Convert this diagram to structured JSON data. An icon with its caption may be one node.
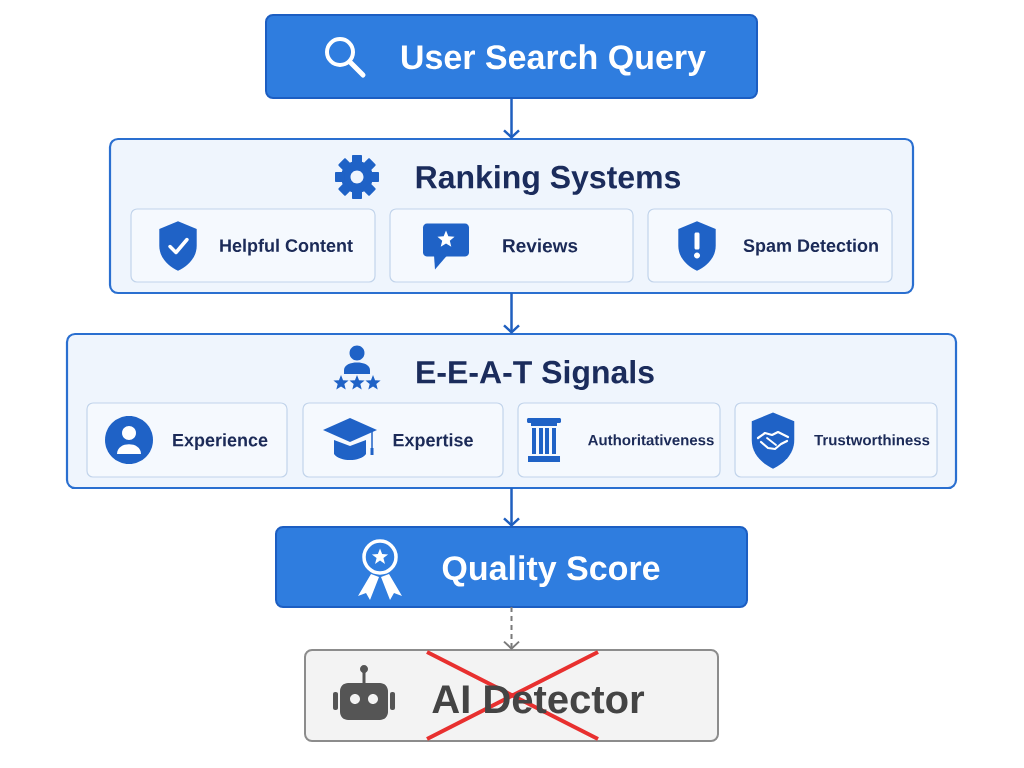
{
  "diagram": {
    "nodes": [
      {
        "text": [
          "User Search Query"
        ]
      },
      {
        "text": [
          "Ranking Systems"
        ]
      },
      {
        "text": [
          "Helpful Content"
        ],
        "in": 1
      },
      {
        "text": [
          "Reviews"
        ],
        "in": 1
      },
      {
        "text": [
          "Spam Detection"
        ],
        "in": 1
      },
      {
        "text": [
          "E-E-A-T Signals"
        ]
      },
      {
        "text": [
          "Experience"
        ],
        "in": 5
      },
      {
        "text": [
          "Expertise"
        ],
        "in": 5
      },
      {
        "text": [
          "Authoritativeness"
        ],
        "in": 5
      },
      {
        "text": [
          "Trustworthiness"
        ],
        "in": 5
      },
      {
        "text": [
          "Quality Score"
        ]
      },
      {
        "text": [
          "AI Detector"
        ]
      }
    ],
    "edges": [
      {
        "from": 0,
        "to": 1,
        "arrow": "to"
      },
      {
        "from": 1,
        "to": 5,
        "arrow": "to"
      },
      {
        "from": 5,
        "to": 10,
        "arrow": "to"
      },
      {
        "from": 10,
        "to": 11,
        "arrow": "to",
        "style": "dashed",
        "color": "#7a7a7a"
      }
    ]
  }
}
